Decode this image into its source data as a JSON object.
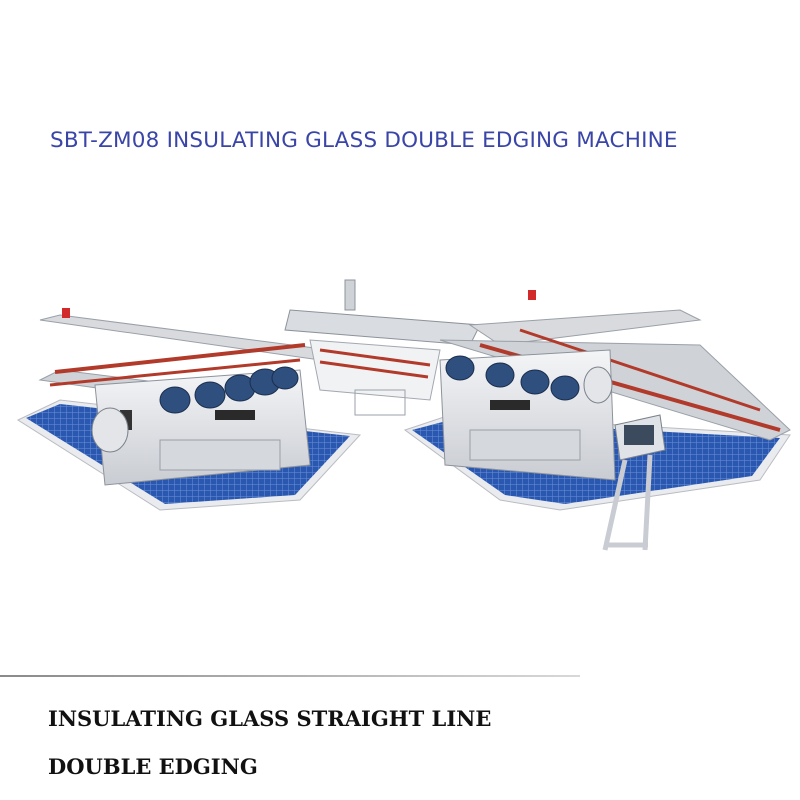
{
  "title": "SBT-ZM08 INSULATING GLASS DOUBLE EDGING MACHINE",
  "caption": {
    "line1": "INSULATING GLASS STRAIGHT LINE",
    "line2": "DOUBLE EDGING"
  },
  "colors": {
    "title": "#3a45a8",
    "caption": "#111111",
    "machine_body": "#e6e8ec",
    "motor_blue": "#2f4f7f",
    "platform_blue": "#2a58b0",
    "belt_red": "#b23a2a"
  }
}
